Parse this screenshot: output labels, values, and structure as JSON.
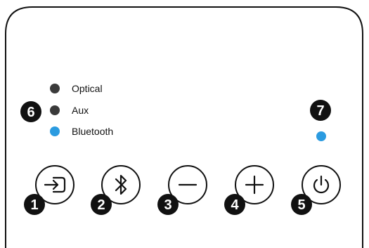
{
  "panel": {
    "indicators": [
      {
        "label": "Optical",
        "color": "#3a3a3a"
      },
      {
        "label": "Aux",
        "color": "#3a3a3a"
      },
      {
        "label": "Bluetooth",
        "color": "#2b9be0"
      }
    ],
    "status_led_color": "#2b9be0",
    "callouts": {
      "input": "1",
      "bluetooth": "2",
      "volume_down": "3",
      "volume_up": "4",
      "power": "5",
      "source_leds": "6",
      "status_led": "7"
    },
    "buttons": [
      {
        "name": "input-button",
        "icon": "input-source-icon"
      },
      {
        "name": "bluetooth-button",
        "icon": "bluetooth-icon"
      },
      {
        "name": "volume-down-button",
        "icon": "minus-icon"
      },
      {
        "name": "volume-up-button",
        "icon": "plus-icon"
      },
      {
        "name": "power-button",
        "icon": "power-icon"
      }
    ]
  }
}
